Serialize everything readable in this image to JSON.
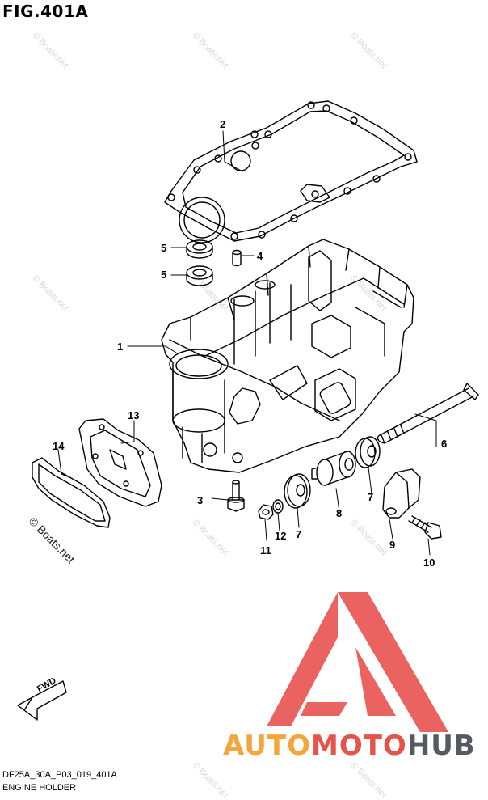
{
  "figure": {
    "title": "FIG.401A",
    "code": "DF25A_30A_P03_019_401A",
    "name": "ENGINE HOLDER"
  },
  "watermark": {
    "text": "© Boats.net",
    "dark_text": "© Boats.net"
  },
  "brand": {
    "part1": "AUTO",
    "part2": "MOTO",
    "part3": "HUB",
    "colors": {
      "auto": "#f3a63b",
      "moto": "#e5534b",
      "hub": "#555a60",
      "logo": "#e95b57"
    }
  },
  "fwd": {
    "label": "FWD"
  },
  "callouts": [
    {
      "id": "c1",
      "label": "1"
    },
    {
      "id": "c2",
      "label": "2"
    },
    {
      "id": "c3",
      "label": "3"
    },
    {
      "id": "c4",
      "label": "4"
    },
    {
      "id": "c5a",
      "label": "5"
    },
    {
      "id": "c5b",
      "label": "5"
    },
    {
      "id": "c6",
      "label": "6"
    },
    {
      "id": "c7a",
      "label": "7"
    },
    {
      "id": "c7b",
      "label": "7"
    },
    {
      "id": "c8",
      "label": "8"
    },
    {
      "id": "c9",
      "label": "9"
    },
    {
      "id": "c10",
      "label": "10"
    },
    {
      "id": "c11",
      "label": "11"
    },
    {
      "id": "c12",
      "label": "12"
    },
    {
      "id": "c13",
      "label": "13"
    },
    {
      "id": "c14",
      "label": "14"
    }
  ]
}
